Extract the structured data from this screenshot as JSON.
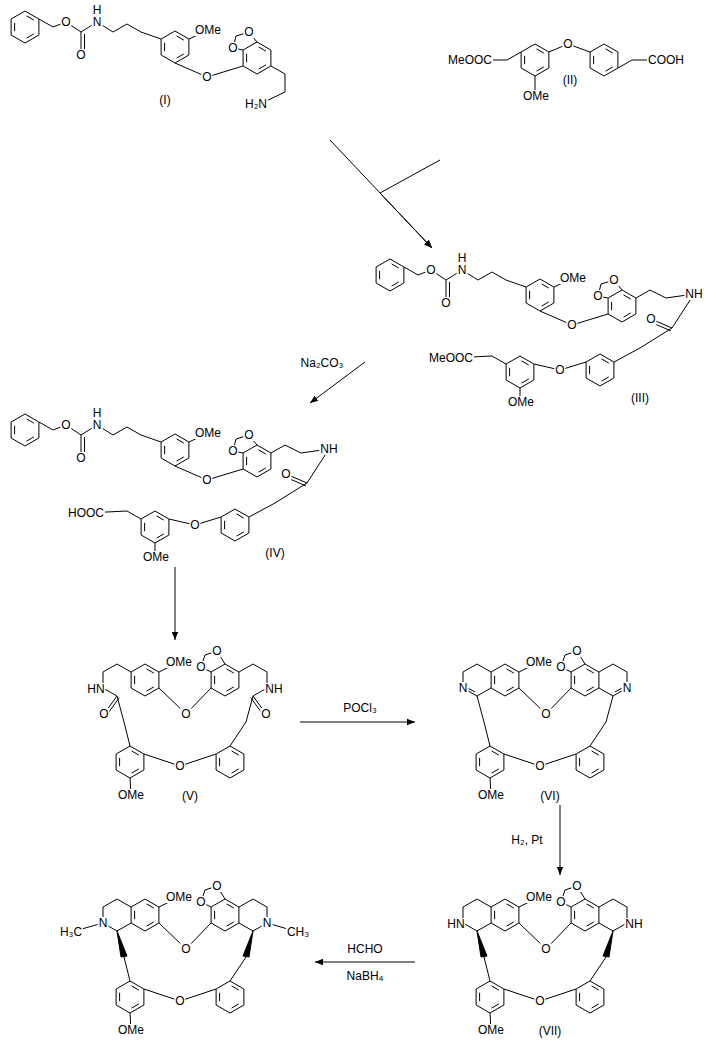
{
  "diagram": {
    "nodes": [
      {
        "text": [
          "H",
          "N",
          "O",
          "O",
          "OMe",
          "O",
          "O",
          "O",
          "H₂N",
          "(I)"
        ]
      },
      {
        "text": [
          "MeOOC",
          "O",
          "COOH",
          "OMe",
          "(II)"
        ]
      },
      {
        "text": [
          "H",
          "N",
          "O",
          "O",
          "OMe",
          "O",
          "O",
          "O",
          "NH",
          "O",
          "O",
          "MeOOC",
          "OMe",
          "(III)"
        ]
      },
      {
        "text": [
          "H",
          "N",
          "O",
          "O",
          "OMe",
          "O",
          "O",
          "O",
          "NH",
          "O",
          "O",
          "HOOC",
          "OMe",
          "(IV)"
        ]
      },
      {
        "text": [
          "OMe",
          "O",
          "O",
          "HN",
          "NH",
          "O",
          "O",
          "O",
          "O",
          "OMe",
          "(V)"
        ]
      },
      {
        "text": [
          "OMe",
          "O",
          "O",
          "N",
          "N",
          "O",
          "O",
          "OMe",
          "(VI)"
        ]
      },
      {
        "text": [
          "OMe",
          "O",
          "O",
          "HN",
          "NH",
          "O",
          "O",
          "OMe",
          "(VII)"
        ]
      },
      {
        "text": [
          "OMe",
          "O",
          "O",
          "H₃C",
          "N",
          "N",
          "CH₃",
          "O",
          "O",
          "OMe"
        ]
      }
    ],
    "edges": [
      {
        "from": 0,
        "to": 2,
        "arrow": "to"
      },
      {
        "from": 1,
        "to": 2,
        "arrow": "to"
      },
      {
        "from": 2,
        "to": 3,
        "label": "Na₂CO₃",
        "arrow": "to"
      },
      {
        "from": 3,
        "to": 4,
        "arrow": "to"
      },
      {
        "from": 4,
        "to": 5,
        "label": "POCl₃",
        "arrow": "to"
      },
      {
        "from": 5,
        "to": 6,
        "label": "H₂, Pt",
        "arrow": "to"
      },
      {
        "from": 6,
        "to": 7,
        "label": "HCHO",
        "arrow": "to"
      }
    ],
    "labels": [
      "NaBH₄"
    ]
  }
}
